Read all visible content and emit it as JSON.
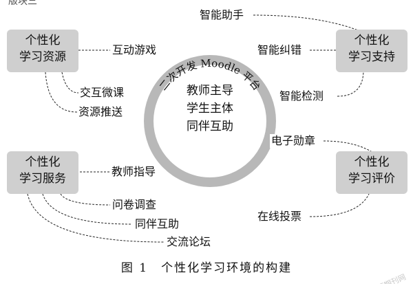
{
  "header_fragment": "版块三",
  "center": {
    "ring_text": "二次开发 Moodle 平台",
    "lines": [
      "教师主导",
      "学生主体",
      "同伴互助"
    ]
  },
  "boxes": {
    "resources": [
      "个性化",
      "学习资源"
    ],
    "support": [
      "个性化",
      "学习支持"
    ],
    "services": [
      "个性化",
      "学习服务"
    ],
    "evaluation": [
      "个性化",
      "学习评价"
    ]
  },
  "labels": {
    "interactive_game": "互动游戏",
    "interactive_microlesson": "交互微课",
    "resource_push": "资源推送",
    "smart_assistant": "智能助手",
    "smart_correction": "智能纠错",
    "smart_detection": "智能检测",
    "teacher_guidance": "教师指导",
    "questionnaire": "问卷调查",
    "peer_help": "同伴互助",
    "forum": "交流论坛",
    "e_badge": "电子勋章",
    "online_vote": "在线投票"
  },
  "caption": "图 1　个性化学习环境的构建",
  "watermark": "龙源期刊网",
  "colors": {
    "box_fill": "#cfcfcf",
    "ring": "#b8b8b8",
    "line": "#222222"
  }
}
